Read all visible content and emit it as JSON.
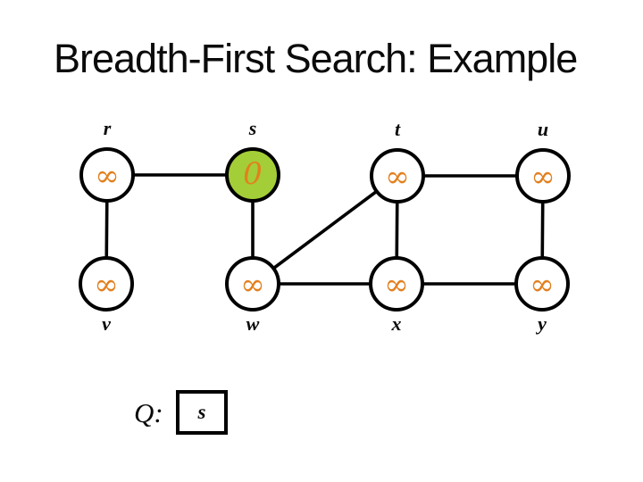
{
  "title": {
    "text": "Breadth-First Search: Example",
    "color": "#0b0b0b"
  },
  "graph": {
    "nodes": [
      {
        "id": "r",
        "label": "r",
        "value": "∞",
        "state": "unvisited",
        "label_position": "top"
      },
      {
        "id": "s",
        "label": "s",
        "value": "0",
        "state": "frontier",
        "label_position": "top"
      },
      {
        "id": "t",
        "label": "t",
        "value": "∞",
        "state": "unvisited",
        "label_position": "top"
      },
      {
        "id": "u",
        "label": "u",
        "value": "∞",
        "state": "unvisited",
        "label_position": "top"
      },
      {
        "id": "v",
        "label": "v",
        "value": "∞",
        "state": "unvisited",
        "label_position": "bottom"
      },
      {
        "id": "w",
        "label": "w",
        "value": "∞",
        "state": "unvisited",
        "label_position": "bottom"
      },
      {
        "id": "x",
        "label": "x",
        "value": "∞",
        "state": "unvisited",
        "label_position": "bottom"
      },
      {
        "id": "y",
        "label": "y",
        "value": "∞",
        "state": "unvisited",
        "label_position": "bottom"
      }
    ],
    "edges": [
      [
        "r",
        "s"
      ],
      [
        "r",
        "v"
      ],
      [
        "s",
        "w"
      ],
      [
        "t",
        "u"
      ],
      [
        "t",
        "w"
      ],
      [
        "t",
        "x"
      ],
      [
        "u",
        "y"
      ],
      [
        "w",
        "x"
      ],
      [
        "x",
        "y"
      ]
    ],
    "colors": {
      "node_fill": "#ffffff",
      "frontier_fill": "#A3CE37",
      "node_border": "#000000",
      "edge_color": "#000000",
      "value_color": "#E2801F"
    }
  },
  "queue": {
    "label": "Q:",
    "items": [
      "s"
    ]
  }
}
